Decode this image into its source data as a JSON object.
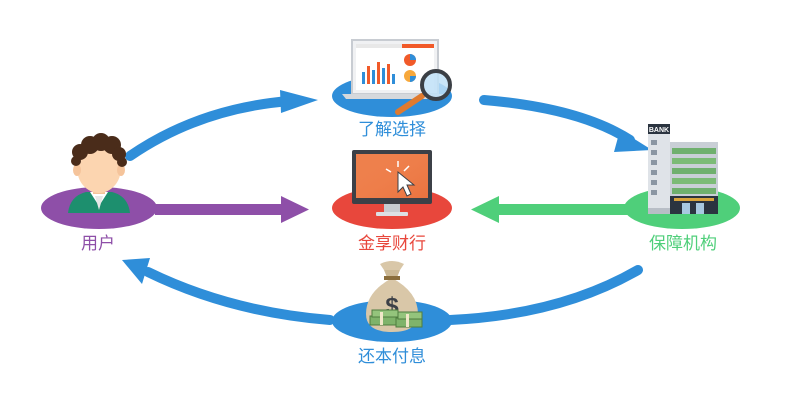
{
  "nodes": {
    "user": {
      "label": "用户",
      "color": "#8e4fa8"
    },
    "research": {
      "label": "了解选择",
      "color": "#2f8ed9"
    },
    "platform": {
      "label": "金享财行",
      "color": "#e8473c"
    },
    "institution": {
      "label": "保障机构",
      "color": "#4fcf7a",
      "sign_text": "BANK"
    },
    "repayment": {
      "label": "还本付息",
      "color": "#2f8ed9",
      "bag_symbol": "$"
    }
  },
  "colors": {
    "arrow_blue": "#2f8ed9",
    "arrow_purple": "#8e4fa8",
    "arrow_green": "#4fcf7a"
  },
  "icons": {
    "user": "person-avatar-icon",
    "research": "laptop-magnifier-icon",
    "platform": "monitor-cursor-icon",
    "institution": "bank-building-icon",
    "repayment": "money-bag-icon"
  }
}
